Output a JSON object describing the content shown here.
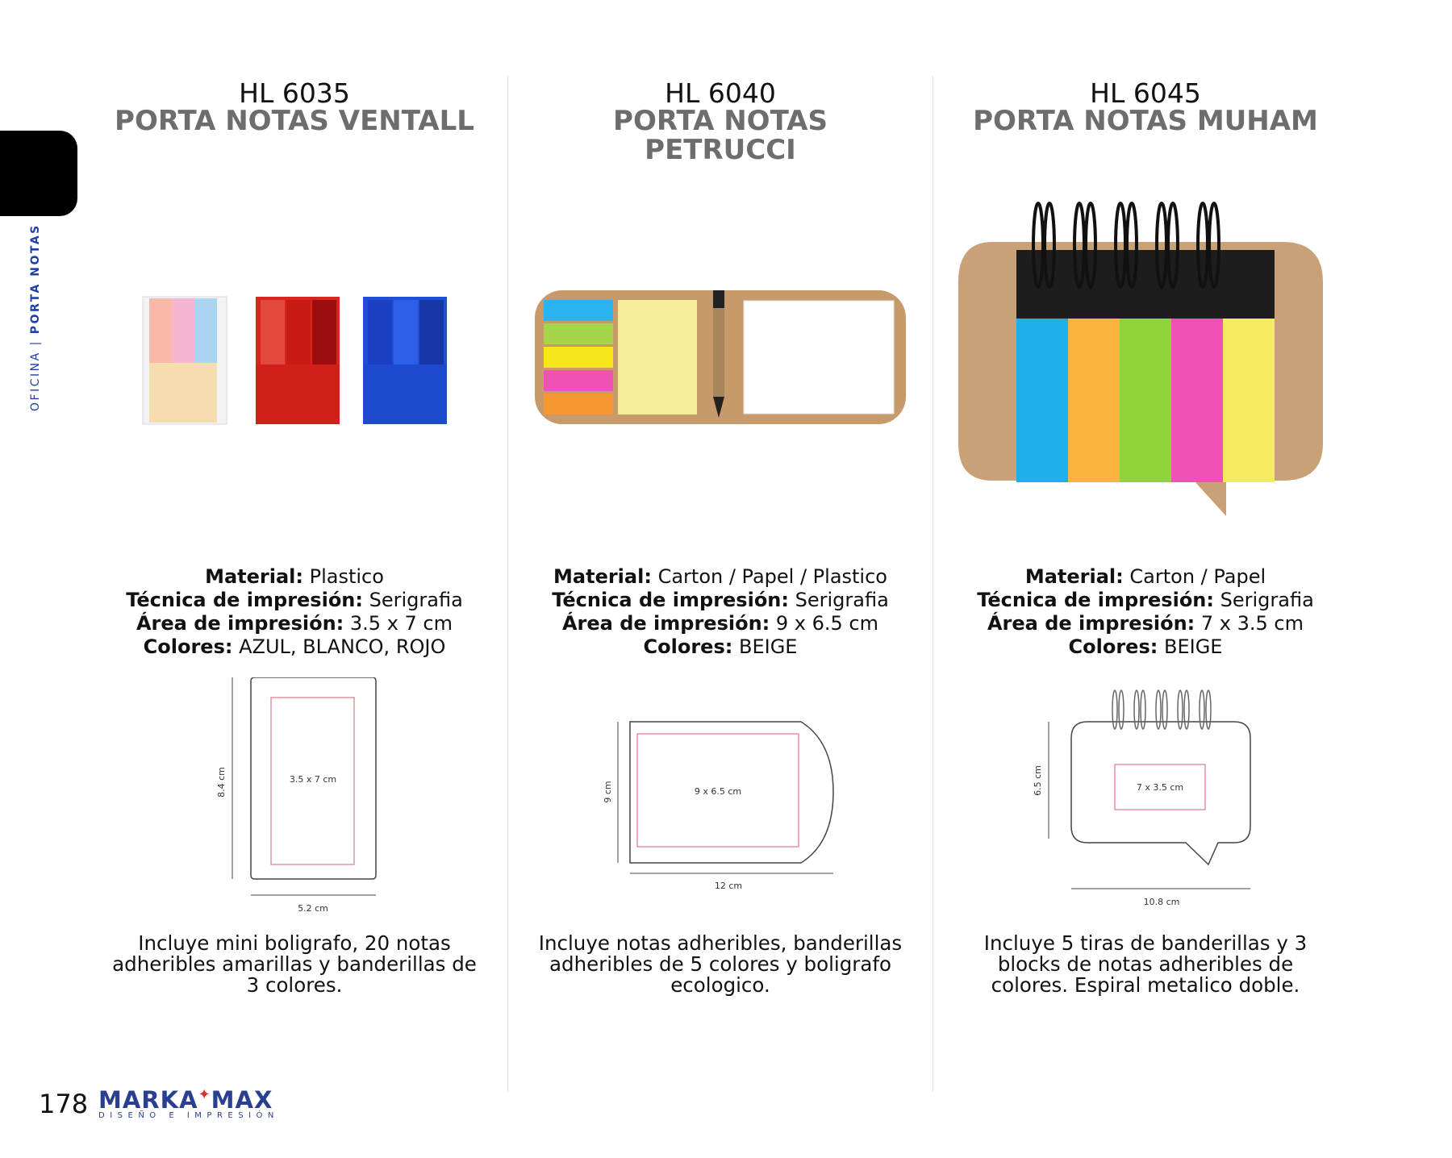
{
  "sidebar": {
    "section": "OFICINA",
    "separator": "|",
    "current": "PORTA NOTAS"
  },
  "products": [
    {
      "code": "HL 6035",
      "name": "PORTA NOTAS VENTALL",
      "specs": {
        "material_label": "Material:",
        "material": "Plastico",
        "tecnica_label": "Técnica de impresión:",
        "tecnica": "Serigrafia",
        "area_label": "Área de impresión:",
        "area": "3.5 x 7 cm",
        "colores_label": "Colores:",
        "colores": "AZUL, BLANCO, ROJO"
      },
      "drawing": {
        "height": "8.4 cm",
        "width": "5.2 cm",
        "area": "3.5 x 7 cm"
      },
      "description": [
        "Incluye mini boligrafo, 20 notas",
        "adheribles amarillas y banderillas de",
        "3 colores."
      ]
    },
    {
      "code": "HL 6040",
      "name": "PORTA NOTAS PETRUCCI",
      "specs": {
        "material_label": "Material:",
        "material": "Carton / Papel / Plastico",
        "tecnica_label": "Técnica de impresión:",
        "tecnica": "Serigrafia",
        "area_label": "Área de impresión:",
        "area": "9 x 6.5 cm",
        "colores_label": "Colores:",
        "colores": "BEIGE"
      },
      "drawing": {
        "height": "9 cm",
        "width": "12 cm",
        "area": "9 x 6.5 cm"
      },
      "description": [
        "Incluye notas adheribles, banderillas",
        "adheribles de 5 colores y boligrafo",
        "ecologico."
      ]
    },
    {
      "code": "HL 6045",
      "name": "PORTA NOTAS MUHAM",
      "specs": {
        "material_label": "Material:",
        "material": "Carton / Papel",
        "tecnica_label": "Técnica de impresión:",
        "tecnica": "Serigrafia",
        "area_label": "Área de impresión:",
        "area": "7 x 3.5 cm",
        "colores_label": "Colores:",
        "colores": "BEIGE"
      },
      "drawing": {
        "height": "6.5 cm",
        "width": "10.8 cm",
        "area": "7 x 3.5 cm"
      },
      "description": [
        "Incluye 5 tiras de banderillas y 3",
        "blocks de notas adheribles de",
        "colores. Espiral metalico doble."
      ]
    }
  ],
  "footer": {
    "page_number": "178",
    "brand_left": "MARKA",
    "brand_right": "MAX",
    "tagline": "DISEÑO E IMPRESIÓN"
  }
}
